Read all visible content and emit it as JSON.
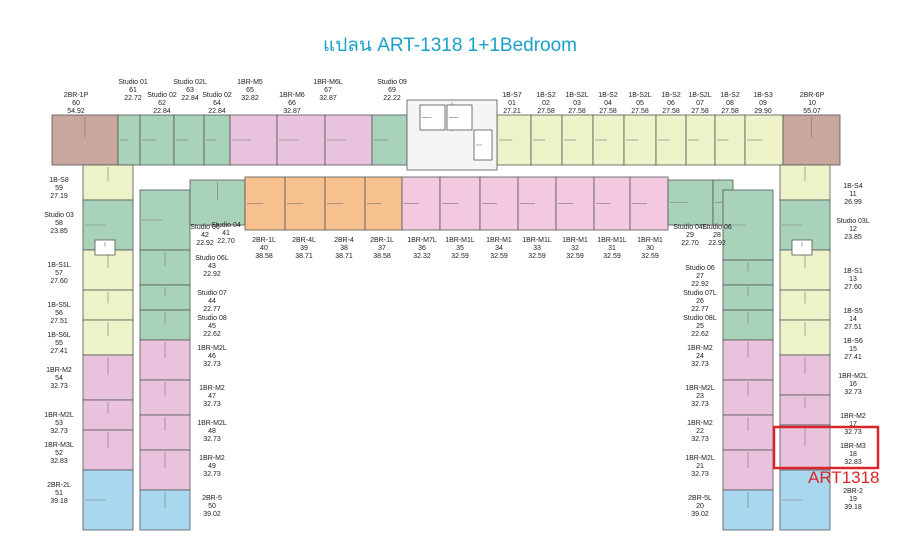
{
  "title": "แปลน ART-1318 1+1Bedroom",
  "highlight": {
    "label": "ART1318",
    "color": "#d9262b"
  },
  "colors": {
    "2BR-P": "#c7a79e",
    "studio": "#a9d2bb",
    "1BR-M": "#e9c3dd",
    "1B-S": "#eef2c8",
    "2BR": "#a9d7ee",
    "2BR-4": "#f7c08f",
    "1BR-M1": "#f2c9de",
    "core": "#ffffff"
  },
  "units_top": [
    {
      "name": "2BR-1P",
      "no": "60",
      "area": "54.92"
    },
    {
      "name": "Studio 01",
      "no": "61",
      "area": "22.72"
    },
    {
      "name": "Studio 02",
      "no": "62",
      "area": "22.84"
    },
    {
      "name": "Studio 02L",
      "no": "63",
      "area": "22.84"
    },
    {
      "name": "Studio 02",
      "no": "64",
      "area": "22.84"
    },
    {
      "name": "1BR-M5",
      "no": "65",
      "area": "32.82"
    },
    {
      "name": "1BR-M6",
      "no": "66",
      "area": "32.87"
    },
    {
      "name": "1BR-M6L",
      "no": "67",
      "area": "32.87"
    },
    {
      "name": "Studio 09",
      "no": "69",
      "area": "22.22"
    },
    {
      "name": "1B-S7",
      "no": "01",
      "area": "27.21"
    },
    {
      "name": "1B-S2",
      "no": "02",
      "area": "27.58"
    },
    {
      "name": "1B-S2L",
      "no": "03",
      "area": "27.58"
    },
    {
      "name": "1B-S2",
      "no": "04",
      "area": "27.58"
    },
    {
      "name": "1B-S2L",
      "no": "05",
      "area": "27.58"
    },
    {
      "name": "1B-S2",
      "no": "06",
      "area": "27.58"
    },
    {
      "name": "1B-S2L",
      "no": "07",
      "area": "27.58"
    },
    {
      "name": "1B-S2",
      "no": "08",
      "area": "27.58"
    },
    {
      "name": "1B-S3",
      "no": "09",
      "area": "29.90"
    },
    {
      "name": "2BR-6P",
      "no": "10",
      "area": "55.07"
    }
  ],
  "units_left_outer": [
    {
      "name": "1B-S8",
      "no": "59",
      "area": "27.19"
    },
    {
      "name": "Studio 03",
      "no": "58",
      "area": "23.85"
    },
    {
      "name": "1B-S1L",
      "no": "57",
      "area": "27.60"
    },
    {
      "name": "1B-S5L",
      "no": "56",
      "area": "27.51"
    },
    {
      "name": "1B-S6L",
      "no": "55",
      "area": "27.41"
    },
    {
      "name": "1BR-M2",
      "no": "54",
      "area": "32.73"
    },
    {
      "name": "1BR-M2L",
      "no": "53",
      "area": "32.73"
    },
    {
      "name": "1BR-M3L",
      "no": "52",
      "area": "32.83"
    },
    {
      "name": "2BR-2L",
      "no": "51",
      "area": "39.18"
    }
  ],
  "units_left_inner": [
    {
      "name": "Studio 04",
      "no": "41",
      "area": "22.70"
    },
    {
      "name": "Studio 06L",
      "no": "43",
      "area": "22.92"
    },
    {
      "name": "Studio 07",
      "no": "44",
      "area": "22.77"
    },
    {
      "name": "Studio 08",
      "no": "45",
      "area": "22.62"
    },
    {
      "name": "1BR-M2L",
      "no": "46",
      "area": "32.73"
    },
    {
      "name": "1BR-M2",
      "no": "47",
      "area": "32.73"
    },
    {
      "name": "1BR-M2L",
      "no": "48",
      "area": "32.73"
    },
    {
      "name": "1BR-M2",
      "no": "49",
      "area": "32.73"
    },
    {
      "name": "2BR-5",
      "no": "50",
      "area": "39.02"
    }
  ],
  "units_mid": [
    {
      "name": "Studio 06",
      "no": "42",
      "area": "22.92"
    },
    {
      "name": "2BR-1L",
      "no": "40",
      "area": "38.58"
    },
    {
      "name": "2BR-4L",
      "no": "39",
      "area": "38.71"
    },
    {
      "name": "2BR-4",
      "no": "38",
      "area": "38.71"
    },
    {
      "name": "2BR-1L",
      "no": "37",
      "area": "38.58"
    },
    {
      "name": "1BR-M7L",
      "no": "36",
      "area": "32.32"
    },
    {
      "name": "1BR-M1L",
      "no": "35",
      "area": "32.59"
    },
    {
      "name": "1BR-M1",
      "no": "34",
      "area": "32.59"
    },
    {
      "name": "1BR-M1L",
      "no": "33",
      "area": "32.59"
    },
    {
      "name": "1BR-M1",
      "no": "32",
      "area": "32.59"
    },
    {
      "name": "1BR-M1L",
      "no": "31",
      "area": "32.59"
    },
    {
      "name": "1BR-M1",
      "no": "30",
      "area": "32.59"
    },
    {
      "name": "Studio 04L",
      "no": "29",
      "area": "22.70"
    },
    {
      "name": "Studio 06",
      "no": "28",
      "area": "22.92"
    }
  ],
  "units_right_inner": [
    {
      "name": "Studio 06",
      "no": "27",
      "area": "22.92"
    },
    {
      "name": "Studio 07L",
      "no": "26",
      "area": "22.77"
    },
    {
      "name": "Studio 08L",
      "no": "25",
      "area": "22.62"
    },
    {
      "name": "1BR-M2",
      "no": "24",
      "area": "32.73"
    },
    {
      "name": "1BR-M2L",
      "no": "23",
      "area": "32.73"
    },
    {
      "name": "1BR-M2",
      "no": "22",
      "area": "32.73"
    },
    {
      "name": "1BR-M2L",
      "no": "21",
      "area": "32.73"
    },
    {
      "name": "2BR-5L",
      "no": "20",
      "area": "39.02"
    }
  ],
  "units_right_outer": [
    {
      "name": "1B-S4",
      "no": "11",
      "area": "26.99"
    },
    {
      "name": "Studio 03L",
      "no": "12",
      "area": "23.85"
    },
    {
      "name": "1B-S1",
      "no": "13",
      "area": "27.60"
    },
    {
      "name": "1B-S5",
      "no": "14",
      "area": "27.51"
    },
    {
      "name": "1B-S6",
      "no": "15",
      "area": "27.41"
    },
    {
      "name": "1BR-M2L",
      "no": "16",
      "area": "32.73"
    },
    {
      "name": "1BR-M2",
      "no": "17",
      "area": "32.73"
    },
    {
      "name": "1BR-M3",
      "no": "18",
      "area": "32.83"
    },
    {
      "name": "2BR-2",
      "no": "19",
      "area": "39.18"
    }
  ]
}
